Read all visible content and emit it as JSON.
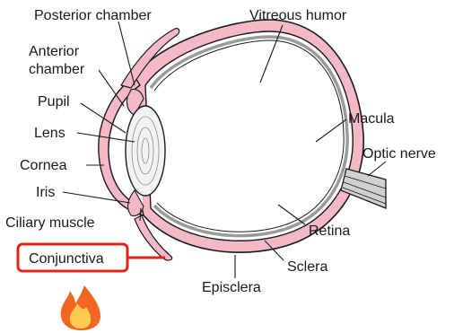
{
  "labels": {
    "posterior_chamber": "Posterior chamber",
    "vitreous_humor": "Vitreous humor",
    "anterior_chamber_1": "Anterior",
    "anterior_chamber_2": "chamber",
    "pupil": "Pupil",
    "lens": "Lens",
    "cornea": "Cornea",
    "iris": "Iris",
    "ciliary_muscle": "Ciliary muscle",
    "conjunctiva": "Conjunctiva",
    "macula": "Macula",
    "optic_nerve": "Optic nerve",
    "retina": "Retina",
    "sclera": "Sclera",
    "episclera": "Episclera"
  },
  "highlight": {
    "label_key": "conjunctiva",
    "color": "#e0231b"
  },
  "colors": {
    "outline": "#1a1a1a",
    "sclera_pink": "#f4b8c8",
    "retina_gray": "#9a9a9a",
    "lens_fill": "#f2f2f2",
    "flame_outer": "#f26522",
    "flame_inner": "#ffcc4d"
  },
  "icons": {
    "flame": "fire-emoji-icon"
  }
}
